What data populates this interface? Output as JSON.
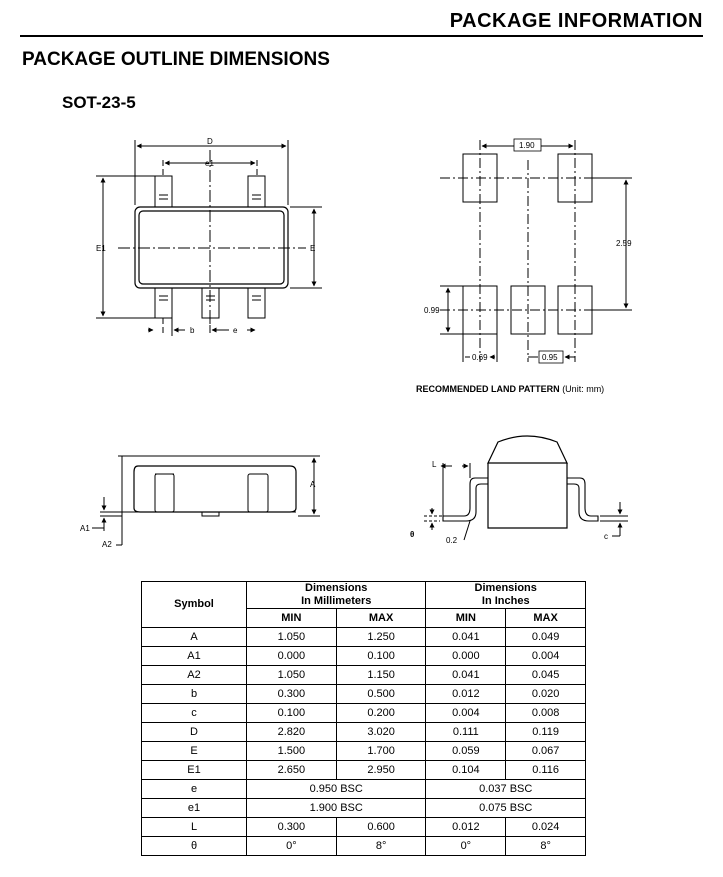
{
  "header": {
    "section": "PACKAGE INFORMATION"
  },
  "title": "PACKAGE OUTLINE DIMENSIONS",
  "package_name": "SOT-23-5",
  "top_view": {
    "labels": {
      "D": "D",
      "e1": "e1",
      "E1": "E1",
      "E": "E",
      "b": "b",
      "e": "e"
    }
  },
  "land_pattern": {
    "labels": {
      "pitch": "1.90",
      "height": "2.59",
      "pad_h": "0.99",
      "pad_w": "0.69",
      "gap": "0.95"
    },
    "caption_bold": "RECOMMENDED LAND PATTERN",
    "caption_unit": "(Unit: mm)"
  },
  "side_view": {
    "labels": {
      "A": "A",
      "A1": "A1",
      "A2": "A2"
    }
  },
  "end_view": {
    "labels": {
      "L": "L",
      "theta": "θ",
      "c": "c",
      "lead_dim": "0.2"
    }
  },
  "table": {
    "symbol_header": "Symbol",
    "mm_header_1": "Dimensions",
    "mm_header_2": "In Millimeters",
    "in_header_1": "Dimensions",
    "in_header_2": "In Inches",
    "min": "MIN",
    "max": "MAX",
    "rows": [
      {
        "symbol": "A",
        "mm_min": "1.050",
        "mm_max": "1.250",
        "in_min": "0.041",
        "in_max": "0.049"
      },
      {
        "symbol": "A1",
        "mm_min": "0.000",
        "mm_max": "0.100",
        "in_min": "0.000",
        "in_max": "0.004"
      },
      {
        "symbol": "A2",
        "mm_min": "1.050",
        "mm_max": "1.150",
        "in_min": "0.041",
        "in_max": "0.045"
      },
      {
        "symbol": "b",
        "mm_min": "0.300",
        "mm_max": "0.500",
        "in_min": "0.012",
        "in_max": "0.020"
      },
      {
        "symbol": "c",
        "mm_min": "0.100",
        "mm_max": "0.200",
        "in_min": "0.004",
        "in_max": "0.008"
      },
      {
        "symbol": "D",
        "mm_min": "2.820",
        "mm_max": "3.020",
        "in_min": "0.111",
        "in_max": "0.119"
      },
      {
        "symbol": "E",
        "mm_min": "1.500",
        "mm_max": "1.700",
        "in_min": "0.059",
        "in_max": "0.067"
      },
      {
        "symbol": "E1",
        "mm_min": "2.650",
        "mm_max": "2.950",
        "in_min": "0.104",
        "in_max": "0.116"
      },
      {
        "symbol": "e",
        "mm_span": "0.950 BSC",
        "in_span": "0.037 BSC"
      },
      {
        "symbol": "e1",
        "mm_span": "1.900 BSC",
        "in_span": "0.075 BSC"
      },
      {
        "symbol": "L",
        "mm_min": "0.300",
        "mm_max": "0.600",
        "in_min": "0.012",
        "in_max": "0.024"
      },
      {
        "symbol": "θ",
        "mm_min": "0°",
        "mm_max": "8°",
        "in_min": "0°",
        "in_max": "8°"
      }
    ]
  }
}
